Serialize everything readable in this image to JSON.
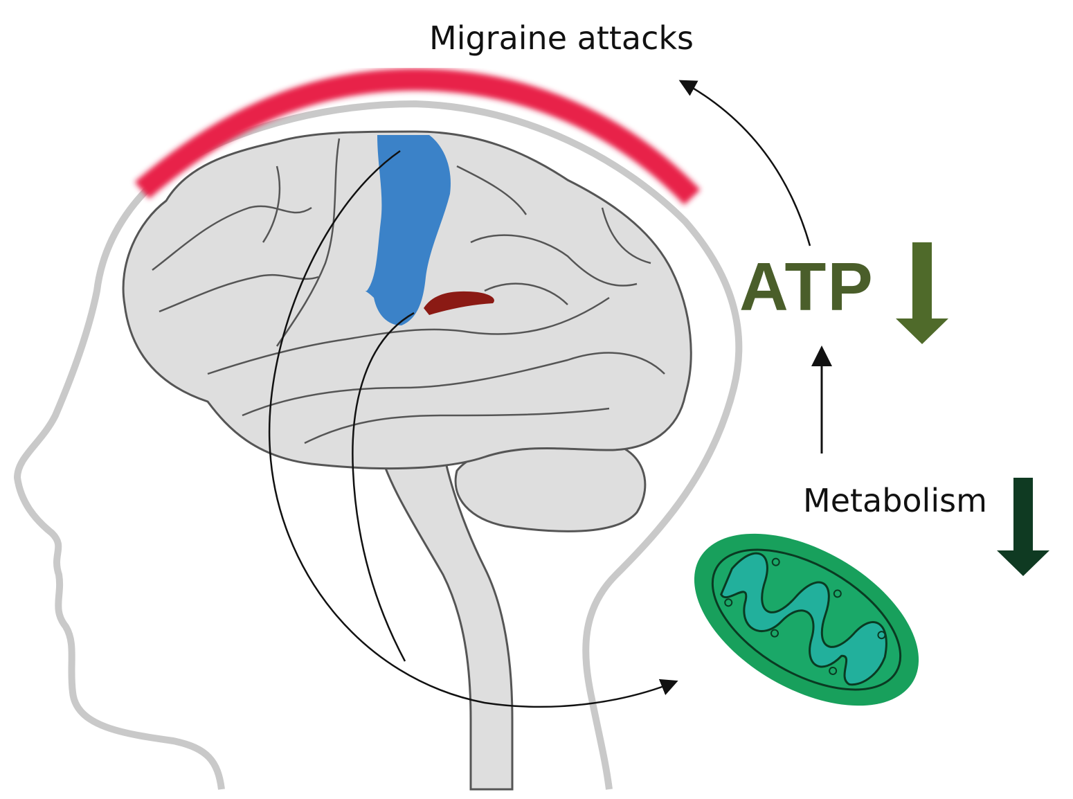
{
  "labels": {
    "top": "Migraine attacks",
    "atp": "ATP",
    "metabolism": "Metabolism"
  },
  "colors": {
    "pain_arc": "#e8234a",
    "brain_fill": "#dedede",
    "cortex_region": "#3b82c8",
    "subcortical_region": "#8b1a14",
    "atp_text": "#4a5e2a",
    "atp_arrow": "#4f6a2a",
    "metabolism_arrow": "#0f3a22",
    "mito_outer": "#18a05c",
    "mito_inner": "#22b09c"
  }
}
